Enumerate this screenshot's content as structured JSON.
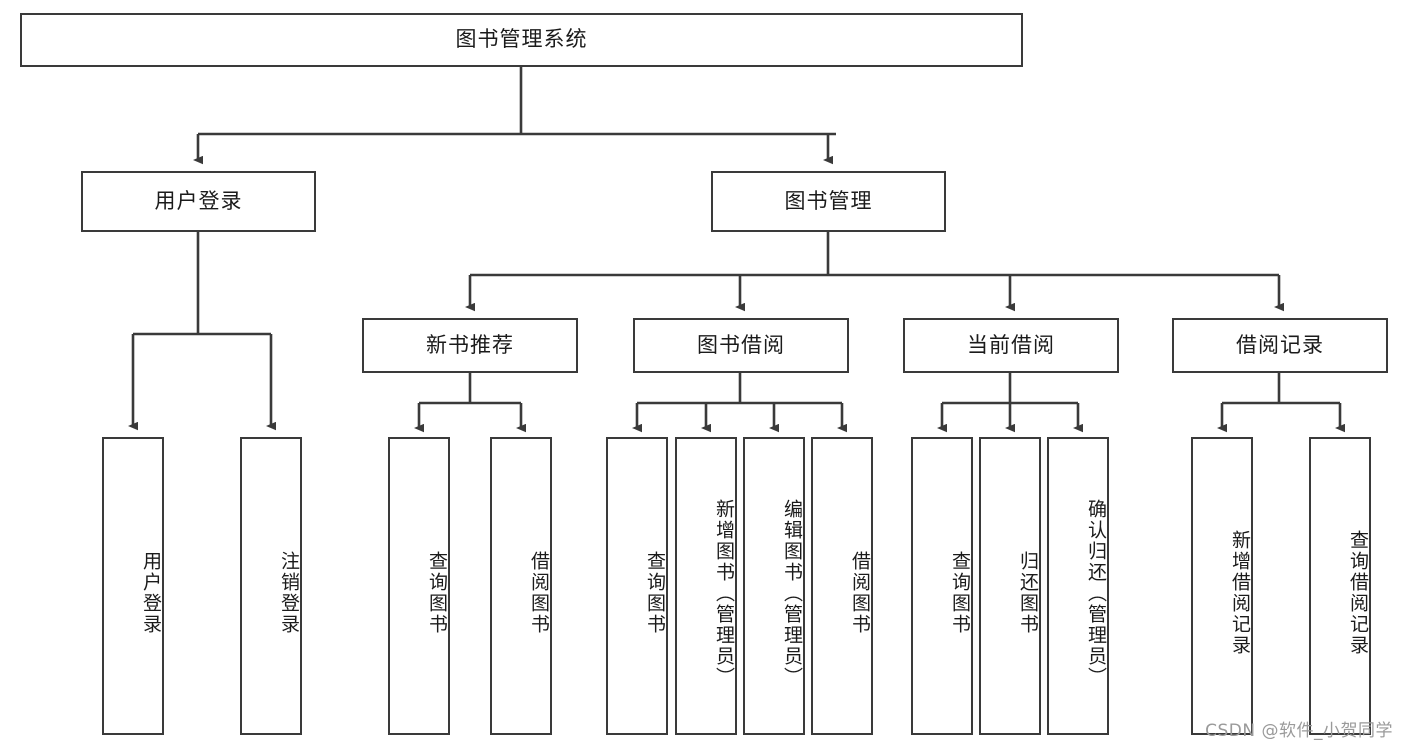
{
  "diagram": {
    "title": "图书管理系统",
    "type": "tree",
    "style": {
      "box_border_color": "#3a3a3a",
      "box_fill_color": "#ffffff",
      "edge_color": "#3a3a3a",
      "text_color": "#1b1b1b",
      "background": "#ffffff"
    },
    "root": {
      "label": "图书管理系统"
    },
    "level2": [
      {
        "label": "用户登录"
      },
      {
        "label": "图书管理"
      }
    ],
    "level3": [
      {
        "label": "新书推荐"
      },
      {
        "label": "图书借阅"
      },
      {
        "label": "当前借阅"
      },
      {
        "label": "借阅记录"
      }
    ],
    "leaves": {
      "user_login": [
        {
          "label": "用户登录"
        },
        {
          "label": "注销登录"
        }
      ],
      "new_book_recommend": [
        {
          "label": "查询图书"
        },
        {
          "label": "借阅图书"
        }
      ],
      "book_borrow": [
        {
          "label": "查询图书"
        },
        {
          "label": "新增图书（管理员）"
        },
        {
          "label": "编辑图书（管理员）"
        },
        {
          "label": "借阅图书"
        }
      ],
      "current_borrow": [
        {
          "label": "查询图书"
        },
        {
          "label": "归还图书"
        },
        {
          "label": "确认归还（管理员）"
        }
      ],
      "borrow_record": [
        {
          "label": "新增借阅记录"
        },
        {
          "label": "查询借阅记录"
        }
      ]
    }
  },
  "watermark": {
    "text": "CSDN @软件_小贺同学"
  }
}
